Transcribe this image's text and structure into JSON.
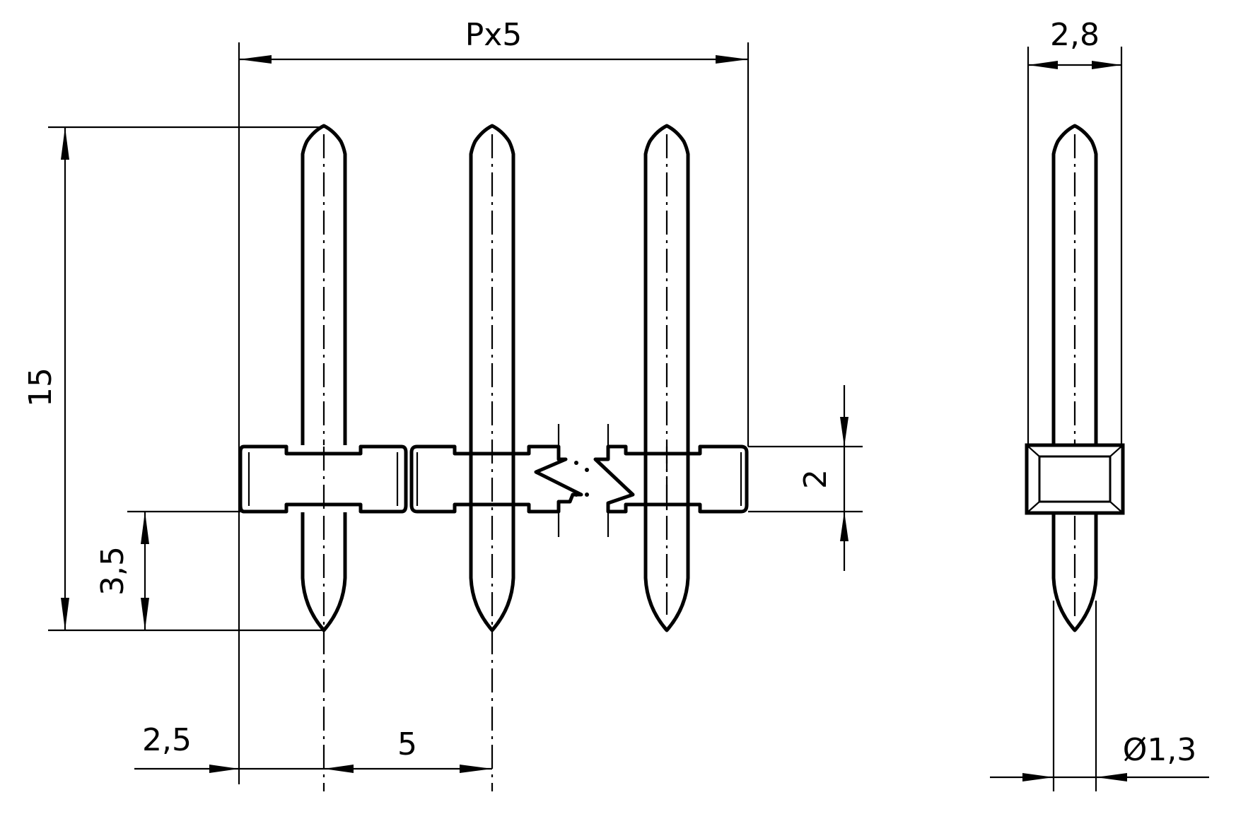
{
  "drawing": {
    "title": "",
    "line_color": "#000000",
    "background": "#ffffff"
  },
  "dimensions": {
    "overall_length": "Px5",
    "height": "15",
    "lower_pin_length": "3,5",
    "first_pin_offset": "2,5",
    "pitch": "5",
    "body_height": "2",
    "body_width": "2,8",
    "pin_diameter": "Ø1,3"
  }
}
